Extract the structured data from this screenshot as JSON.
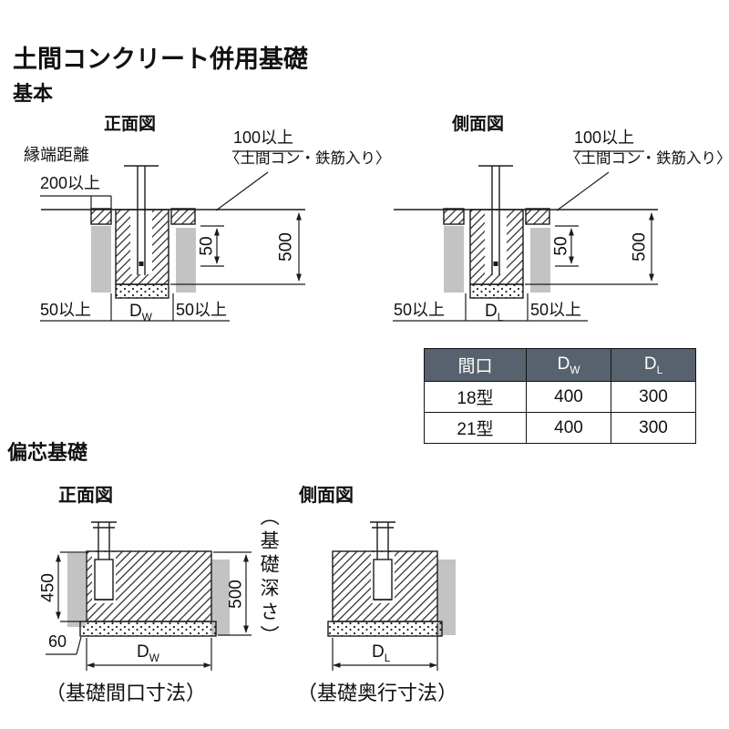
{
  "colors": {
    "ink": "#1b1b1b",
    "shading": "#c3c3c3",
    "table-header-bg": "#57626e",
    "table-header-text": "#ffffff"
  },
  "page": {
    "title": "土間コンクリート併用基礎",
    "section_basic": "基本",
    "section_eccentric": "偏芯基礎"
  },
  "basic_front": {
    "view_label": "正面図",
    "edge_label": "縁端距離",
    "edge_value": "200以上",
    "slab_note_line1": "100以上",
    "slab_note_line2": "〈土間コン・鉄筋入り〉",
    "dim_slab_depth": "50",
    "dim_total_depth": "500",
    "dim_left_margin": "50以上",
    "dim_right_margin": "50以上",
    "width_label": {
      "base": "D",
      "sub": "W"
    }
  },
  "basic_side": {
    "view_label": "側面図",
    "slab_note_line1": "100以上",
    "slab_note_line2": "〈土間コン・鉄筋入り〉",
    "dim_slab_depth": "50",
    "dim_total_depth": "500",
    "dim_left_margin": "50以上",
    "dim_right_margin": "50以上",
    "width_label": {
      "base": "D",
      "sub": "L"
    }
  },
  "spec_table": {
    "col1_header": "間口",
    "col2_header": {
      "base": "D",
      "sub": "W"
    },
    "col3_header": {
      "base": "D",
      "sub": "L"
    },
    "rows": [
      {
        "name": "18型",
        "dw": "400",
        "dl": "300"
      },
      {
        "name": "21型",
        "dw": "400",
        "dl": "300"
      }
    ]
  },
  "ecc_front": {
    "view_label": "正面図",
    "dim_footing_depth": "450",
    "dim_total_depth": "500",
    "depth_note": "（基礎深さ）",
    "dim_gravel": "60",
    "width_label": {
      "base": "D",
      "sub": "W"
    },
    "caption": "（基礎間口寸法）"
  },
  "ecc_side": {
    "view_label": "側面図",
    "width_label": {
      "base": "D",
      "sub": "L"
    },
    "caption": "（基礎奥行寸法）"
  }
}
